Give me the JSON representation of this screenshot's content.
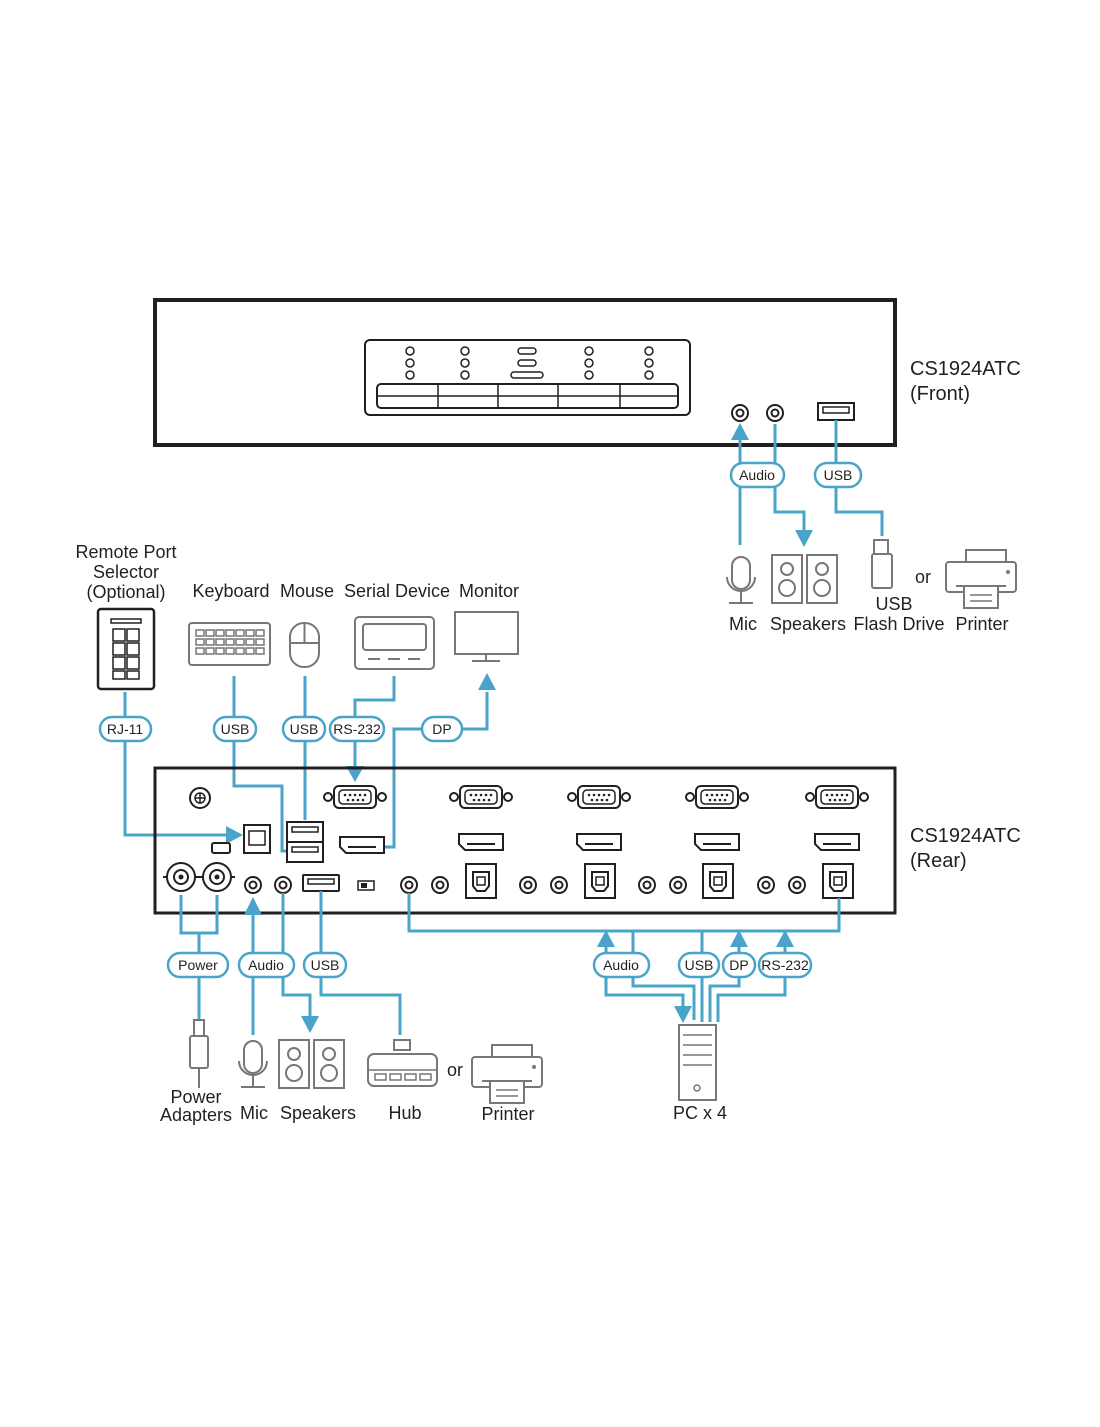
{
  "front": {
    "model": "CS1924ATC",
    "side": "(Front)"
  },
  "rear": {
    "model": "CS1924ATC",
    "side": "(Rear)"
  },
  "front_devices": {
    "mic": "Mic",
    "speakers": "Speakers",
    "flash_drive_line1": "USB",
    "flash_drive_line2": "Flash Drive",
    "or": "or",
    "printer": "Printer"
  },
  "front_pills": {
    "audio": "Audio",
    "usb": "USB"
  },
  "console_devices": {
    "remote_line1": "Remote Port",
    "remote_line2": "Selector",
    "remote_line3": "(Optional)",
    "keyboard": "Keyboard",
    "mouse": "Mouse",
    "serial": "Serial Device",
    "monitor": "Monitor"
  },
  "console_pills": {
    "rj11": "RJ-11",
    "usb_kb": "USB",
    "usb_mouse": "USB",
    "rs232": "RS-232",
    "dp": "DP"
  },
  "bottom_pills": {
    "power": "Power",
    "audio": "Audio",
    "usb": "USB",
    "pc_audio": "Audio",
    "pc_usb": "USB",
    "pc_dp": "DP",
    "pc_rs232": "RS-232"
  },
  "bottom_devices": {
    "power_line1": "Power",
    "power_line2": "Adapters",
    "mic": "Mic",
    "speakers": "Speakers",
    "hub": "Hub",
    "or": "or",
    "printer": "Printer",
    "pc": "PC x 4"
  },
  "colors": {
    "cable": "#4aa3c8",
    "device_outline": "#231f20",
    "peripheral_outline": "#777777"
  }
}
